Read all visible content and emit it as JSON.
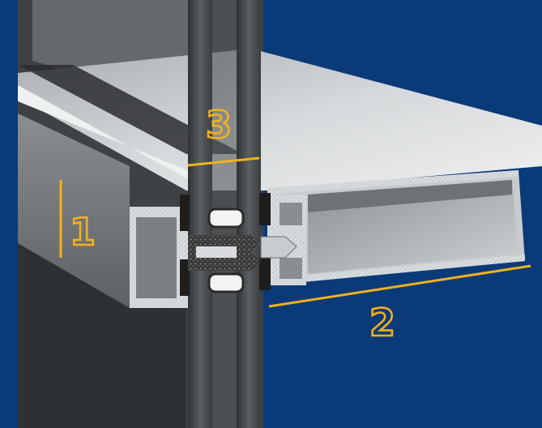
{
  "colors": {
    "background": "#0b3a78",
    "accent": "#f2b21b",
    "aluminium": "#c9ccce",
    "glass": "#4c5154",
    "gasket": "#222222"
  },
  "labels": {
    "one": "1",
    "two": "2",
    "three": "3"
  }
}
